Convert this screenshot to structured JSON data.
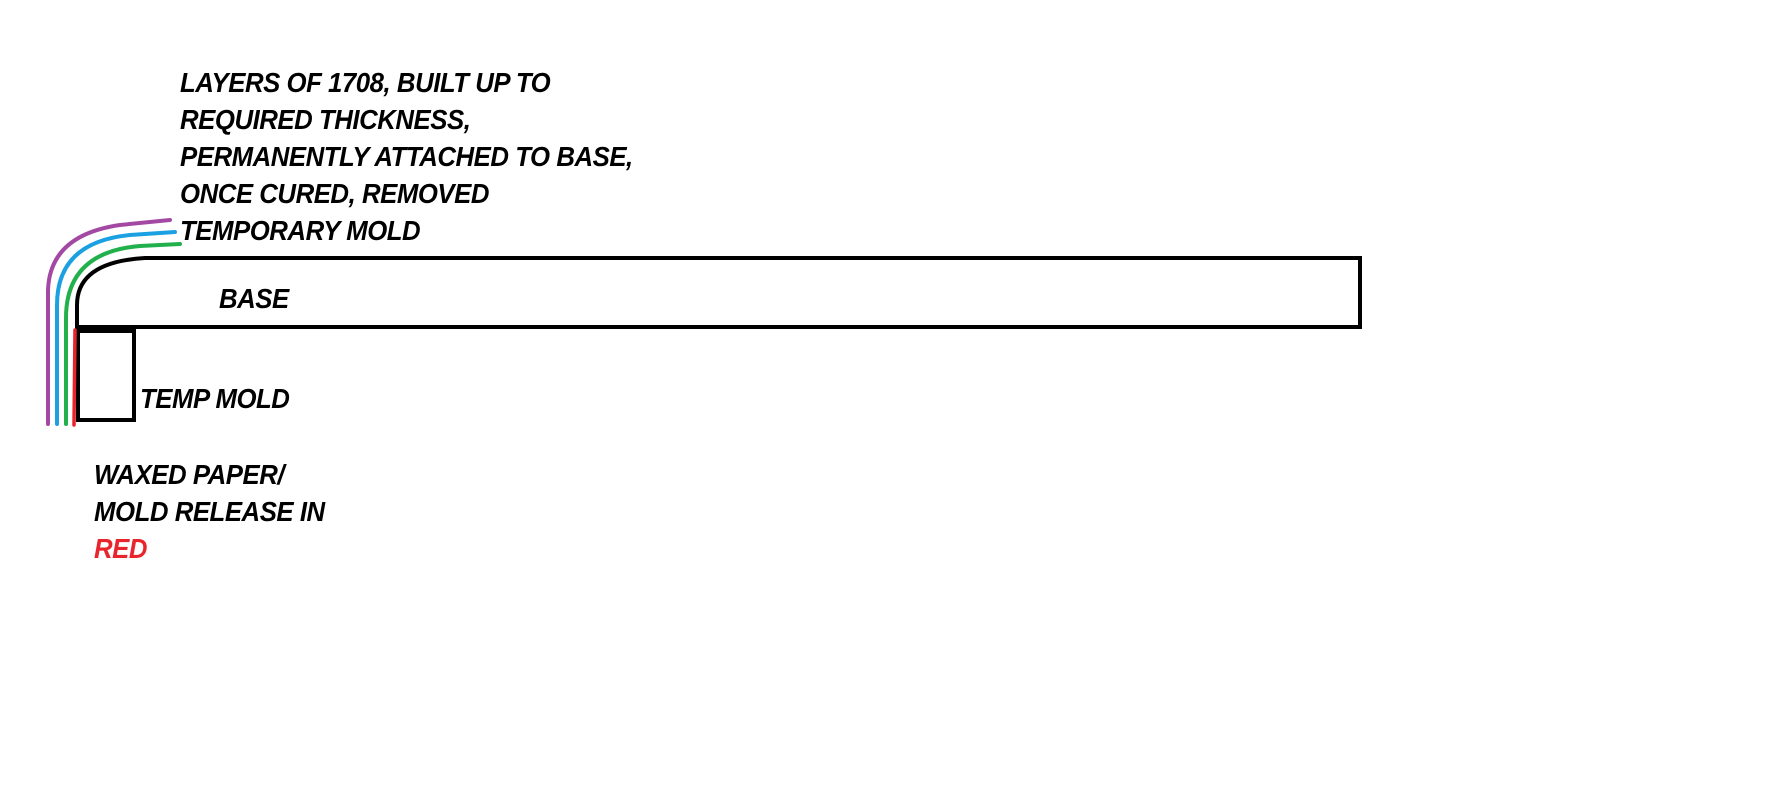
{
  "layers_note": {
    "lines": [
      "LAYERS OF 1708, BUILT UP TO",
      "REQUIRED THICKNESS,",
      "PERMANENTLY ATTACHED TO BASE,",
      "ONCE CURED, REMOVED",
      "TEMPORARY MOLD"
    ]
  },
  "base": {
    "label": "BASE"
  },
  "temp_mold": {
    "label": "TEMP MOLD"
  },
  "release_note": {
    "line1": "WAXED PAPER/",
    "line2": "MOLD RELEASE IN",
    "line3": "RED"
  },
  "colors": {
    "outline": "#000000",
    "release_layer": "#e8242c",
    "layer_green": "#22b04c",
    "layer_blue": "#1ba1e2",
    "layer_purple": "#a349a4"
  }
}
